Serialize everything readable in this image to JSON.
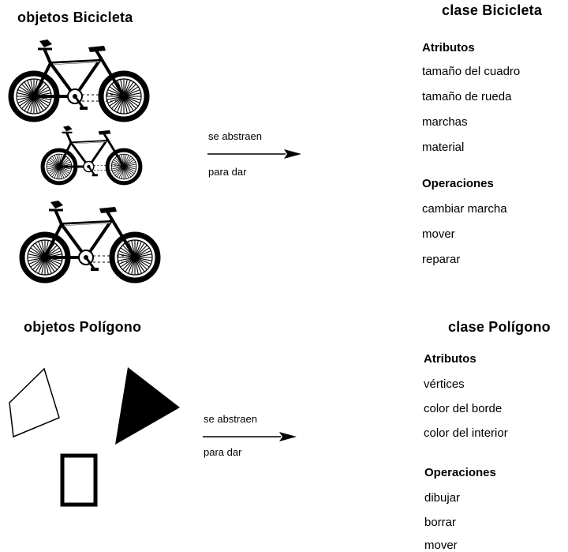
{
  "bicycle": {
    "objects_title": "objetos Bicicleta",
    "class_title": "clase Bicicleta",
    "arrow_top": "se abstraen",
    "arrow_bottom": "para dar",
    "attributes_heading": "Atributos",
    "attributes": [
      "tamaño del cuadro",
      "tamaño de rueda",
      "marchas",
      "material"
    ],
    "operations_heading": "Operaciones",
    "operations": [
      "cambiar marcha",
      "mover",
      "reparar"
    ]
  },
  "polygon": {
    "objects_title": "objetos Polígono",
    "class_title": "clase Polígono",
    "arrow_top": "se abstraen",
    "arrow_bottom": "para dar",
    "attributes_heading": "Atributos",
    "attributes": [
      "vértices",
      "color del borde",
      "color del interior"
    ],
    "operations_heading": "Operaciones",
    "operations": [
      "dibujar",
      "borrar",
      "mover"
    ]
  }
}
